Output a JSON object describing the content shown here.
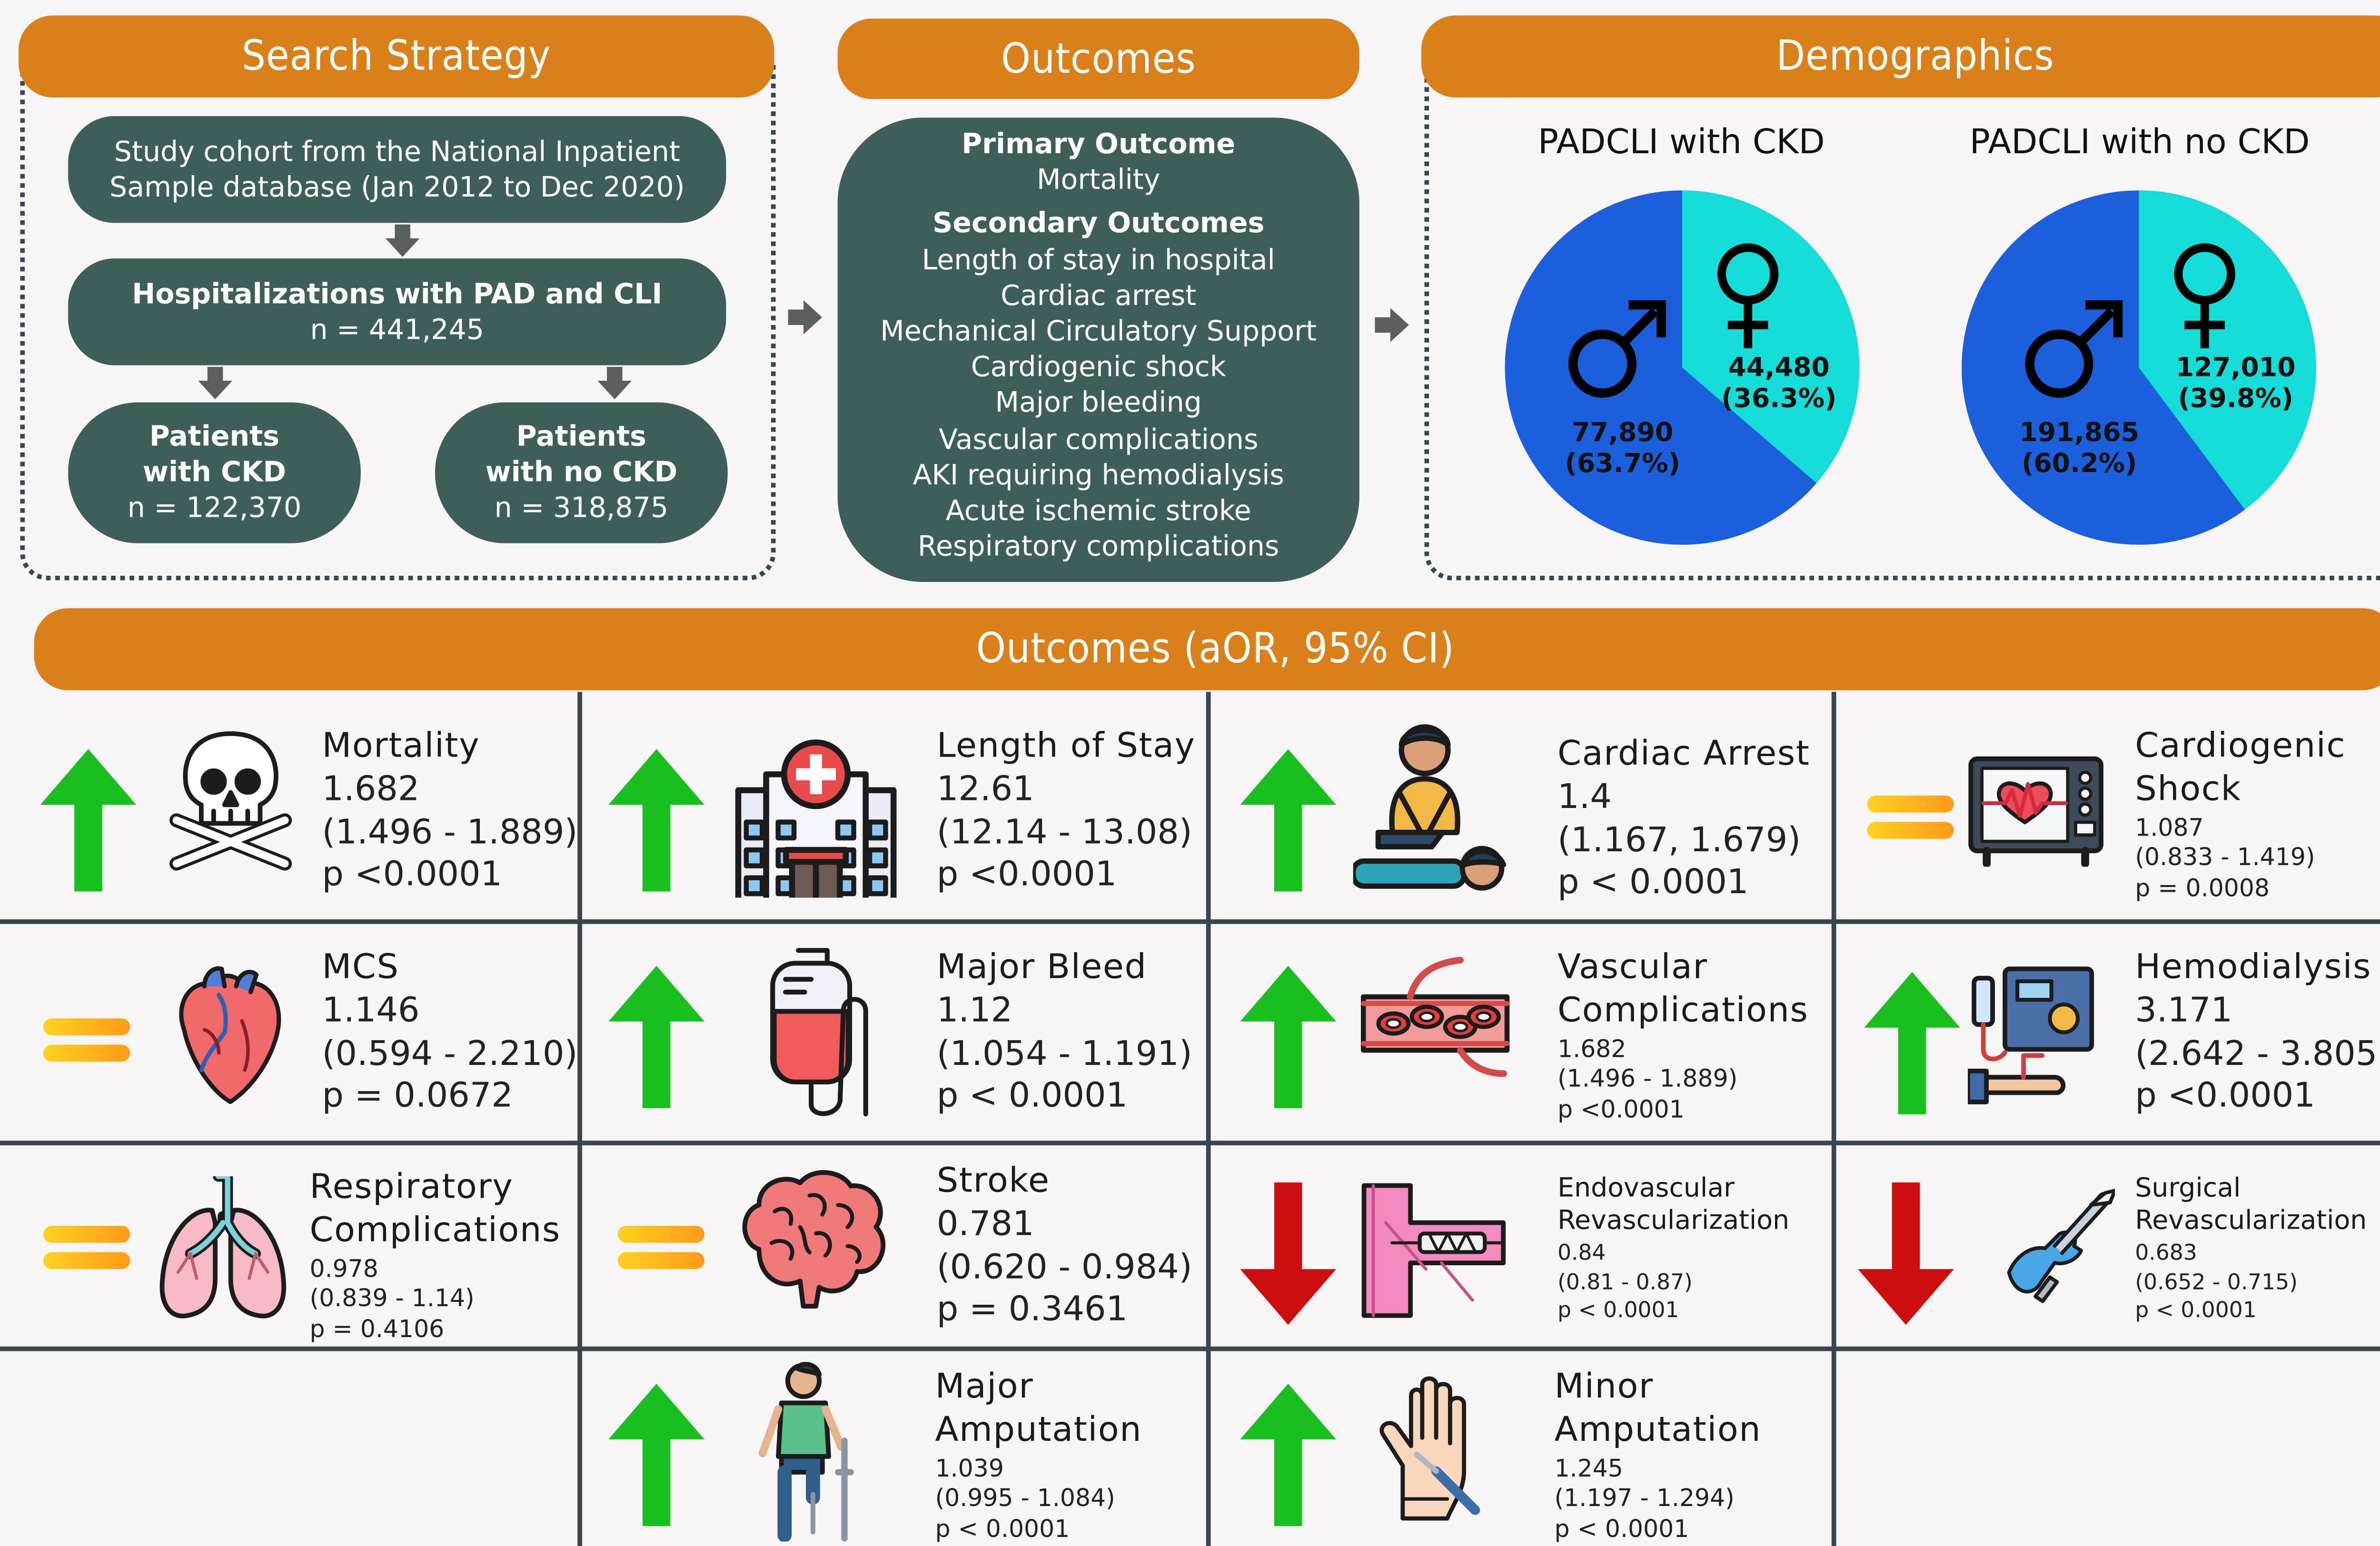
{
  "search_strategy": {
    "title": "Search Strategy",
    "cohort_line1": "Study cohort from the National Inpatient",
    "cohort_line2": "Sample database (Jan 2012 to Dec 2020)",
    "hosp_title": "Hospitalizations with PAD and CLI",
    "hosp_n": "n = 441,245",
    "ckd_line1": "Patients",
    "ckd_line2": "with CKD",
    "ckd_n": "n = 122,370",
    "nockd_line1": "Patients",
    "nockd_line2": "with no CKD",
    "nockd_n": "n = 318,875"
  },
  "outcomes_box": {
    "title": "Outcomes",
    "primary_heading": "Primary Outcome",
    "primary_items": [
      "Mortality"
    ],
    "secondary_heading": "Secondary Outcomes",
    "secondary_items": [
      "Length of stay in hospital",
      "Cardiac arrest",
      "Mechanical Circulatory Support",
      "Cardiogenic shock",
      "Major bleeding",
      "Vascular complications",
      "AKI requiring hemodialysis",
      "Acute ischemic stroke",
      "Respiratory complications"
    ]
  },
  "demographics": {
    "title": "Demographics",
    "colors": {
      "male": "#1b5fdd",
      "female": "#16dcd8"
    },
    "groups": [
      {
        "label": "PADCLI with CKD",
        "male_n": "77,890",
        "male_pct": "(63.7%)",
        "female_n": "44,480",
        "female_pct": "(36.3%)",
        "female_fraction": 0.363
      },
      {
        "label": "PADCLI with no CKD",
        "male_n": "191,865",
        "male_pct": "(60.2%)",
        "female_n": "127,010",
        "female_pct": "(39.8%)",
        "female_fraction": 0.398
      }
    ]
  },
  "results": {
    "title": "Outcomes (aOR, 95% CI)",
    "colors": {
      "up": "#19bf1e",
      "down": "#cc0e0e",
      "equal_top": "#ff9b1a",
      "equal_bottom": "#ffd21f"
    },
    "items": [
      {
        "name": "Mortality",
        "value": "1.682",
        "ci": "(1.496 - 1.889)",
        "p": "p <0.0001",
        "direction": "up",
        "icon": "skull-crossbones-icon"
      },
      {
        "name": "Length of Stay",
        "value": "12.61",
        "ci": "(12.14 - 13.08)",
        "p": "p <0.0001",
        "direction": "up",
        "icon": "hospital-icon"
      },
      {
        "name": "Cardiac Arrest",
        "value": "1.4",
        "ci": "(1.167, 1.679)",
        "p": "p < 0.0001",
        "direction": "up",
        "icon": "cpr-icon"
      },
      {
        "name_line1": "Cardiogenic",
        "name_line2": "Shock",
        "value": "1.087",
        "ci": "(0.833 - 1.419)",
        "p": "p = 0.0008",
        "direction": "equal",
        "icon": "heart-monitor-icon"
      },
      {
        "name": "MCS",
        "value": "1.146",
        "ci": "(0.594 - 2.210)",
        "p": "p = 0.0672",
        "direction": "equal",
        "icon": "heart-icon"
      },
      {
        "name": "Major Bleed",
        "value": "1.12",
        "ci": "(1.054 - 1.191)",
        "p": "p < 0.0001",
        "direction": "up",
        "icon": "blood-bag-icon"
      },
      {
        "name_line1": "Vascular",
        "name_line2": "Complications",
        "value": "1.682",
        "ci": "(1.496 - 1.889)",
        "p": "p <0.0001",
        "direction": "up",
        "icon": "blood-vessel-icon"
      },
      {
        "name": "Hemodialysis",
        "value": "3.171",
        "ci": "(2.642 - 3.805)",
        "p": "p <0.0001",
        "direction": "up",
        "icon": "dialysis-machine-icon"
      },
      {
        "name_line1": "Respiratory",
        "name_line2": "Complications",
        "value": "0.978",
        "ci": "(0.839 - 1.14)",
        "p": "p = 0.4106",
        "direction": "equal",
        "icon": "lungs-icon"
      },
      {
        "name": "Stroke",
        "value": "0.781",
        "ci": "(0.620 - 0.984)",
        "p": "p = 0.3461",
        "direction": "equal",
        "icon": "brain-icon"
      },
      {
        "name_line1": "Endovascular",
        "name_line2": "Revascularization",
        "value": "0.84",
        "ci": "(0.81 - 0.87)",
        "p": "p < 0.0001",
        "direction": "down",
        "icon": "stent-icon"
      },
      {
        "name_line1": "Surgical",
        "name_line2": "Revascularization",
        "value": "0.683",
        "ci": "(0.652 - 0.715)",
        "p": "p < 0.0001",
        "direction": "down",
        "icon": "scalpel-icon"
      },
      {
        "name_line1": "Major",
        "name_line2": "Amputation",
        "value": "1.039",
        "ci": "(0.995 - 1.084)",
        "p": "p < 0.0001",
        "direction": "up",
        "icon": "amputee-crutch-icon"
      },
      {
        "name_line1": "Minor",
        "name_line2": "Amputation",
        "value": "1.245",
        "ci": "(1.197 - 1.294)",
        "p": "p < 0.0001",
        "direction": "up",
        "icon": "hand-amputation-icon"
      }
    ]
  }
}
